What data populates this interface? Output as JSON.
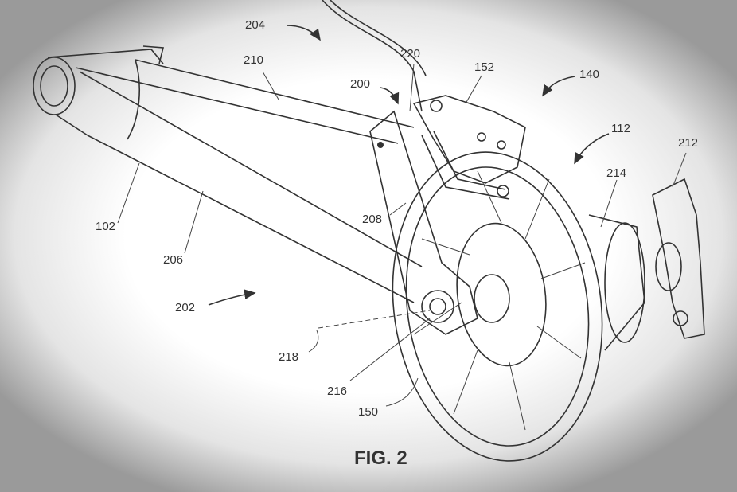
{
  "figure": {
    "caption": "FIG. 2",
    "labels": {
      "l204": "204",
      "l210": "210",
      "l220": "220",
      "l152": "152",
      "l200": "200",
      "l140": "140",
      "l112": "112",
      "l212": "212",
      "l214": "214",
      "l102": "102",
      "l206": "206",
      "l208": "208",
      "l202": "202",
      "l218": "218",
      "l216": "216",
      "l150": "150"
    }
  }
}
